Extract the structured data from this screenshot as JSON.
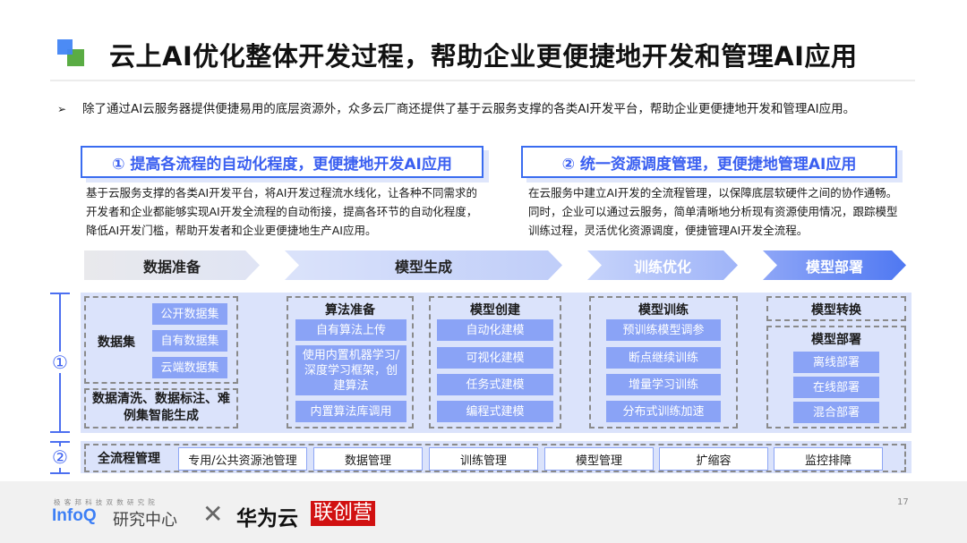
{
  "header": {
    "title": "云上AI优化整体开发过程，帮助企业更便捷地开发和管理AI应用",
    "logo_colors": {
      "blue": "#4285f4",
      "green": "#5aac44"
    }
  },
  "intro": {
    "bullet_icon": "➢",
    "text": "除了通过AI云服务器提供便捷易用的底层资源外，众多云厂商还提供了基于云服务支撑的各类AI开发平台，帮助企业更便捷地开发和管理AI应用。"
  },
  "points": [
    {
      "heading": "①  提高各流程的自动化程度，更便捷地开发AI应用",
      "body": "基于云服务支撑的各类AI开发平台，将AI开发过程流水线化，让各种不同需求的开发者和企业都能够实现AI开发全流程的自动衔接，提高各环节的自动化程度，降低AI开发门槛，帮助开发者和企业更便捷地生产AI应用。"
    },
    {
      "heading": "②  统一资源调度管理，更便捷地管理AI应用",
      "body": "在云服务中建立AI开发的全流程管理，以保障底层软硬件之间的协作通畅。同时，企业可以通过云服务，简单清晰地分析现有资源使用情况，跟踪模型训练过程，灵活优化资源调度，便捷管理AI开发全流程。"
    }
  ],
  "stages": [
    "数据准备",
    "模型生成",
    "训练优化",
    "模型部署"
  ],
  "layer_markers": {
    "layer1": "①",
    "layer2": "②"
  },
  "data_prep": {
    "dataset_label": "数据集",
    "datasets": [
      "公开数据集",
      "自有数据集",
      "云端数据集"
    ],
    "processing": "数据清洗、数据标注、难例集智能生成"
  },
  "algorithm_prep": {
    "title": "算法准备",
    "items": [
      "自有算法上传",
      "使用内置机器学习/深度学习框架，创建算法",
      "内置算法库调用"
    ]
  },
  "model_creation": {
    "title": "模型创建",
    "items": [
      "自动化建模",
      "可视化建模",
      "任务式建模",
      "编程式建模"
    ]
  },
  "model_training": {
    "title": "模型训练",
    "items": [
      "预训练模型调参",
      "断点继续训练",
      "增量学习训练",
      "分布式训练加速"
    ]
  },
  "model_conversion": {
    "title": "模型转换"
  },
  "model_deploy": {
    "title": "模型部署",
    "items": [
      "离线部署",
      "在线部署",
      "混合部署"
    ]
  },
  "management": {
    "label": "全流程管理",
    "items": [
      "专用/公共资源池管理",
      "数据管理",
      "训练管理",
      "模型管理",
      "扩缩容",
      "监控排障"
    ]
  },
  "footer": {
    "infoq_tagline": "极客邦科技双数研究院",
    "infoq_brand": "InfoQ",
    "infoq_research": "研究中心",
    "cross": "✕",
    "huawei": "华为云",
    "camp": "联创营",
    "page_number": "17"
  },
  "colors": {
    "accent": "#3a5ff0",
    "panel": "#dbe3fb",
    "chip": "#8aa3f6",
    "camp_red": "#d11111"
  }
}
